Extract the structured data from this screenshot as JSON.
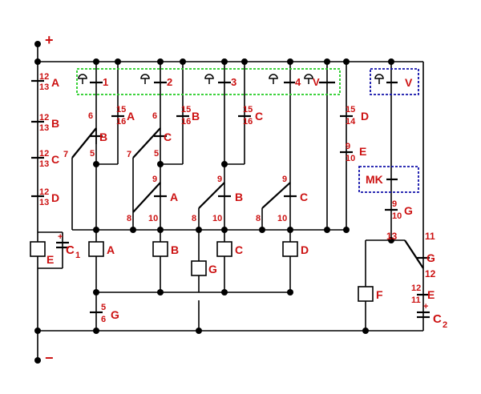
{
  "colors": {
    "wire": "#000000",
    "label": "#cc1111",
    "button_group_border": "#22cc22",
    "v_group_border": "#1111aa",
    "mk_group_border": "#1111aa",
    "node": "#000000"
  },
  "terminals": {
    "plus": "+",
    "minus": "−"
  },
  "icons": {
    "button": "push-button-icon",
    "coil": "relay-coil-icon",
    "capacitor": "capacitor-icon"
  },
  "left_contacts": [
    {
      "top": "12",
      "bottom": "13",
      "relay": "A"
    },
    {
      "top": "12",
      "bottom": "13",
      "relay": "B"
    },
    {
      "top": "12",
      "bottom": "13",
      "relay": "C"
    },
    {
      "top": "12",
      "bottom": "13",
      "relay": "D"
    }
  ],
  "buttons": [
    "1",
    "2",
    "3",
    "4"
  ],
  "button_extra": "V",
  "v_button": "V",
  "mk_label": "MK",
  "row2_contacts": [
    {
      "top": "15",
      "bottom": "16",
      "relay": "A"
    },
    {
      "top": "15",
      "bottom": "16",
      "relay": "B"
    },
    {
      "top": "15",
      "bottom": "16",
      "relay": "C"
    },
    {
      "top": "15",
      "bottom": "14",
      "relay": "D"
    }
  ],
  "switches_upper": [
    {
      "pin_top": "6",
      "pin_left": "7",
      "pin_bottom": "5",
      "relay": "B"
    },
    {
      "pin_top": "6",
      "pin_left": "7",
      "pin_bottom": "5",
      "relay": "C"
    }
  ],
  "switches_lower": [
    {
      "pin_top": "9",
      "pin_left": "8",
      "pin_bottom": "10",
      "relay": "A"
    },
    {
      "pin_top": "9",
      "pin_left": "8",
      "pin_bottom": "10",
      "relay": "B"
    },
    {
      "pin_top": "9",
      "pin_left": "8",
      "pin_bottom": "10",
      "relay": "C"
    }
  ],
  "e_contact": {
    "top": "9",
    "bottom": "10",
    "relay": "E"
  },
  "g_contact": {
    "top": "9",
    "bottom": "10",
    "relay": "G"
  },
  "coils": [
    "A",
    "B",
    "C",
    "D",
    "E",
    "F",
    "G"
  ],
  "capacitors": {
    "c1": {
      "name": "C",
      "sub": "1",
      "polarity": "+"
    },
    "c2": {
      "name": "C",
      "sub": "2",
      "polarity": "+"
    }
  },
  "bottom_contact": {
    "top": "5",
    "bottom": "6",
    "relay": "G"
  },
  "g_switch": {
    "pin_left": "13",
    "pin_right": "11",
    "pin_bottom": "12",
    "relay": "G"
  },
  "e_lower_contact": {
    "top": "12",
    "bottom": "11",
    "relay": "E"
  }
}
